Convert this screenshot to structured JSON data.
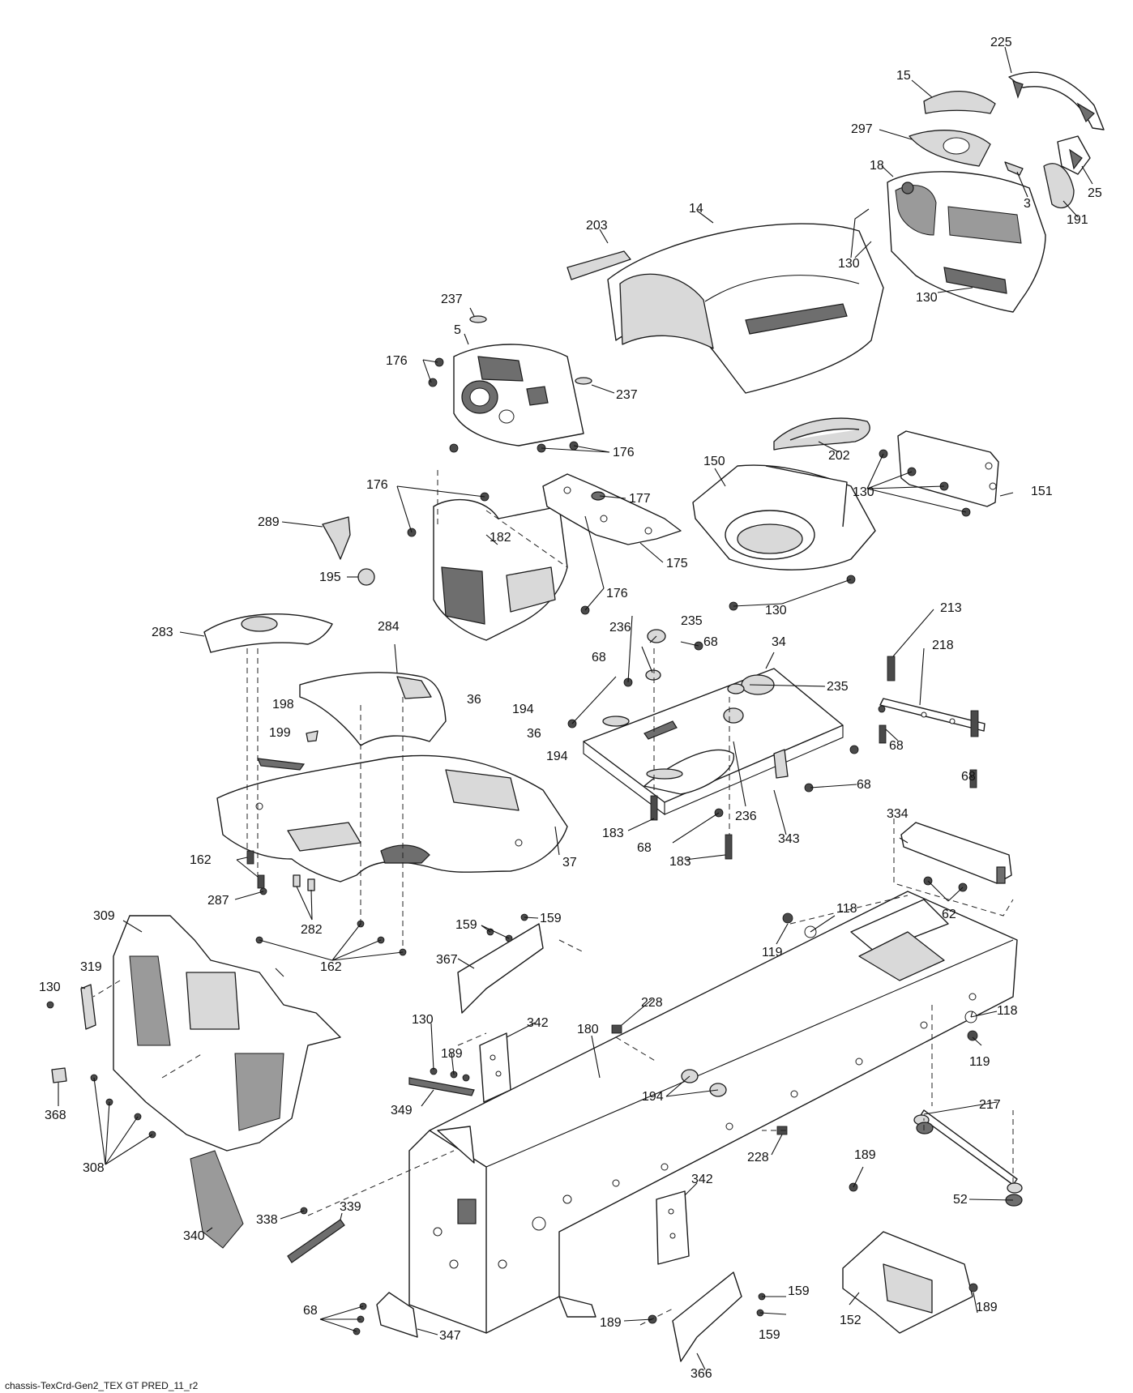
{
  "diagram": {
    "footer": "chassis-TexCrd-Gen2_TEX GT PRED_11_r2",
    "callouts": {
      "c225": "225",
      "c15": "15",
      "c297": "297",
      "c18": "18",
      "c3": "3",
      "c25": "25",
      "c191": "191",
      "c14": "14",
      "c203": "203",
      "c130a": "130",
      "c130b": "130",
      "c237a": "237",
      "c237b": "237",
      "c5": "5",
      "c176a": "176",
      "c176b": "176",
      "c176c": "176",
      "c176d": "176",
      "c202": "202",
      "c150": "150",
      "c151": "151",
      "c130c": "130",
      "c130d": "130",
      "c177": "177",
      "c175": "175",
      "c182": "182",
      "c289": "289",
      "c195": "195",
      "c283": "283",
      "c284": "284",
      "c213": "213",
      "c218": "218",
      "c68a": "68",
      "c68b": "68",
      "c235a": "235",
      "c236a": "236",
      "c68c": "68",
      "c34": "34",
      "c235b": "235",
      "c198": "198",
      "c199": "199",
      "c36a": "36",
      "c194a": "194",
      "c36b": "36",
      "c194b": "194",
      "c68d": "68",
      "c236b": "236",
      "c343": "343",
      "c68e": "68",
      "c183a": "183",
      "c68f": "68",
      "c183b": "183",
      "c162a": "162",
      "c287": "287",
      "c282": "282",
      "c37": "37",
      "c334": "334",
      "c62": "62",
      "c118a": "118",
      "c119a": "119",
      "c309": "309",
      "c162b": "162",
      "c159a": "159",
      "c159b": "159",
      "c367": "367",
      "c319": "319",
      "c130e": "130",
      "c228a": "228",
      "c118b": "118",
      "c119b": "119",
      "c130f": "130",
      "c342a": "342",
      "c189a": "189",
      "c180": "180",
      "c194c": "194",
      "c349": "349",
      "c368": "368",
      "c217": "217",
      "c308": "308",
      "c228b": "228",
      "c189b": "189",
      "c52": "52",
      "c339": "339",
      "c342b": "342",
      "c338": "338",
      "c340": "340",
      "c159c": "159",
      "c159d": "159",
      "c152": "152",
      "c189c": "189",
      "c189d": "189",
      "c68g": "68",
      "c347": "347",
      "c366": "366"
    }
  }
}
